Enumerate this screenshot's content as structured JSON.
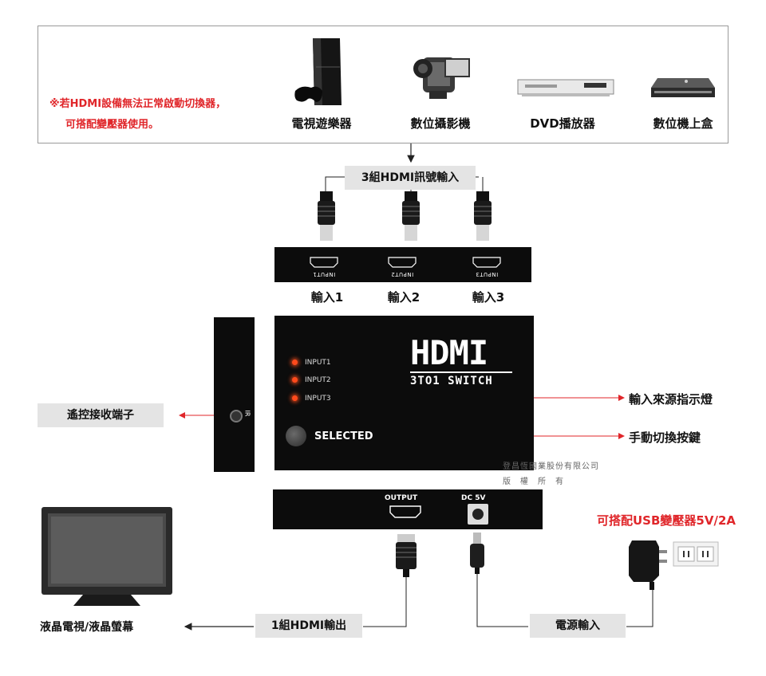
{
  "note": {
    "line1": "※若HDMI設備無法正常啟動切換器，",
    "line2": "可搭配變壓器使用。"
  },
  "devices": [
    {
      "label": "電視遊樂器",
      "icon": "game-console-icon"
    },
    {
      "label": "數位攝影機",
      "icon": "camcorder-icon"
    },
    {
      "label": "DVD播放器",
      "icon": "dvd-player-icon"
    },
    {
      "label": "數位機上盒",
      "icon": "set-top-box-icon"
    }
  ],
  "hdmi_inputs_label": "3組HDMI訊號輸入",
  "input_panel": {
    "ports": [
      "INPUT1",
      "INPUT2",
      "INPUT3"
    ],
    "labels": [
      "輸入1",
      "輸入2",
      "輸入3"
    ]
  },
  "front_panel": {
    "leds": [
      "INPUT1",
      "INPUT2",
      "INPUT3"
    ],
    "selected_label": "SELECTED",
    "logo": "HDMI",
    "logo_sub": "3TO1 SWITCH"
  },
  "ir_side": {
    "label": "IR",
    "callout": "遙控接收端子"
  },
  "callouts": {
    "indicator": "輸入來源指示燈",
    "manual": "手動切換按鍵"
  },
  "watermark": {
    "line1": "登昌恆國業股份有限公司",
    "line2": "版　權　所　有"
  },
  "output_panel": {
    "output_label": "OUTPUT",
    "dc_label": "DC 5V"
  },
  "adapter_label": "可搭配USB變壓器5V/2A",
  "bottom": {
    "tv_label": "液晶電視/液晶螢幕",
    "hdmi_out_label": "1組HDMI輸出",
    "power_label": "電源輸入"
  },
  "colors": {
    "accent_red": "#e0262a",
    "panel_black": "#0c0c0c",
    "label_gray": "#e4e4e4",
    "led_orange": "#ff4a1c"
  }
}
